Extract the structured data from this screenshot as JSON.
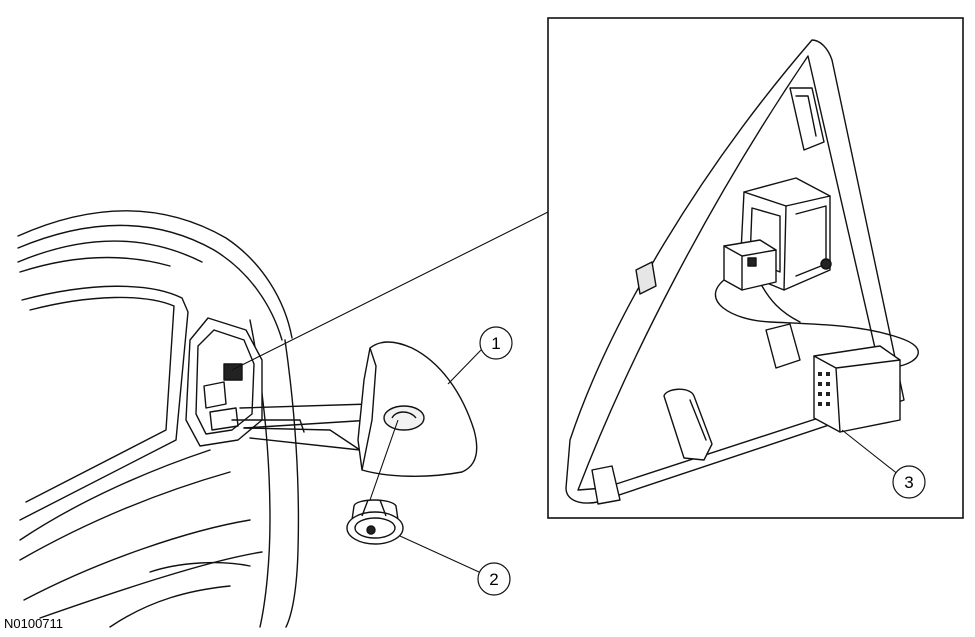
{
  "figure_id": "N0100711",
  "callouts": [
    {
      "number": "1"
    },
    {
      "number": "2"
    },
    {
      "number": "3"
    }
  ],
  "colors": {
    "line": "#111111",
    "fill": "#ffffff",
    "shade": "#e6e6e6"
  }
}
